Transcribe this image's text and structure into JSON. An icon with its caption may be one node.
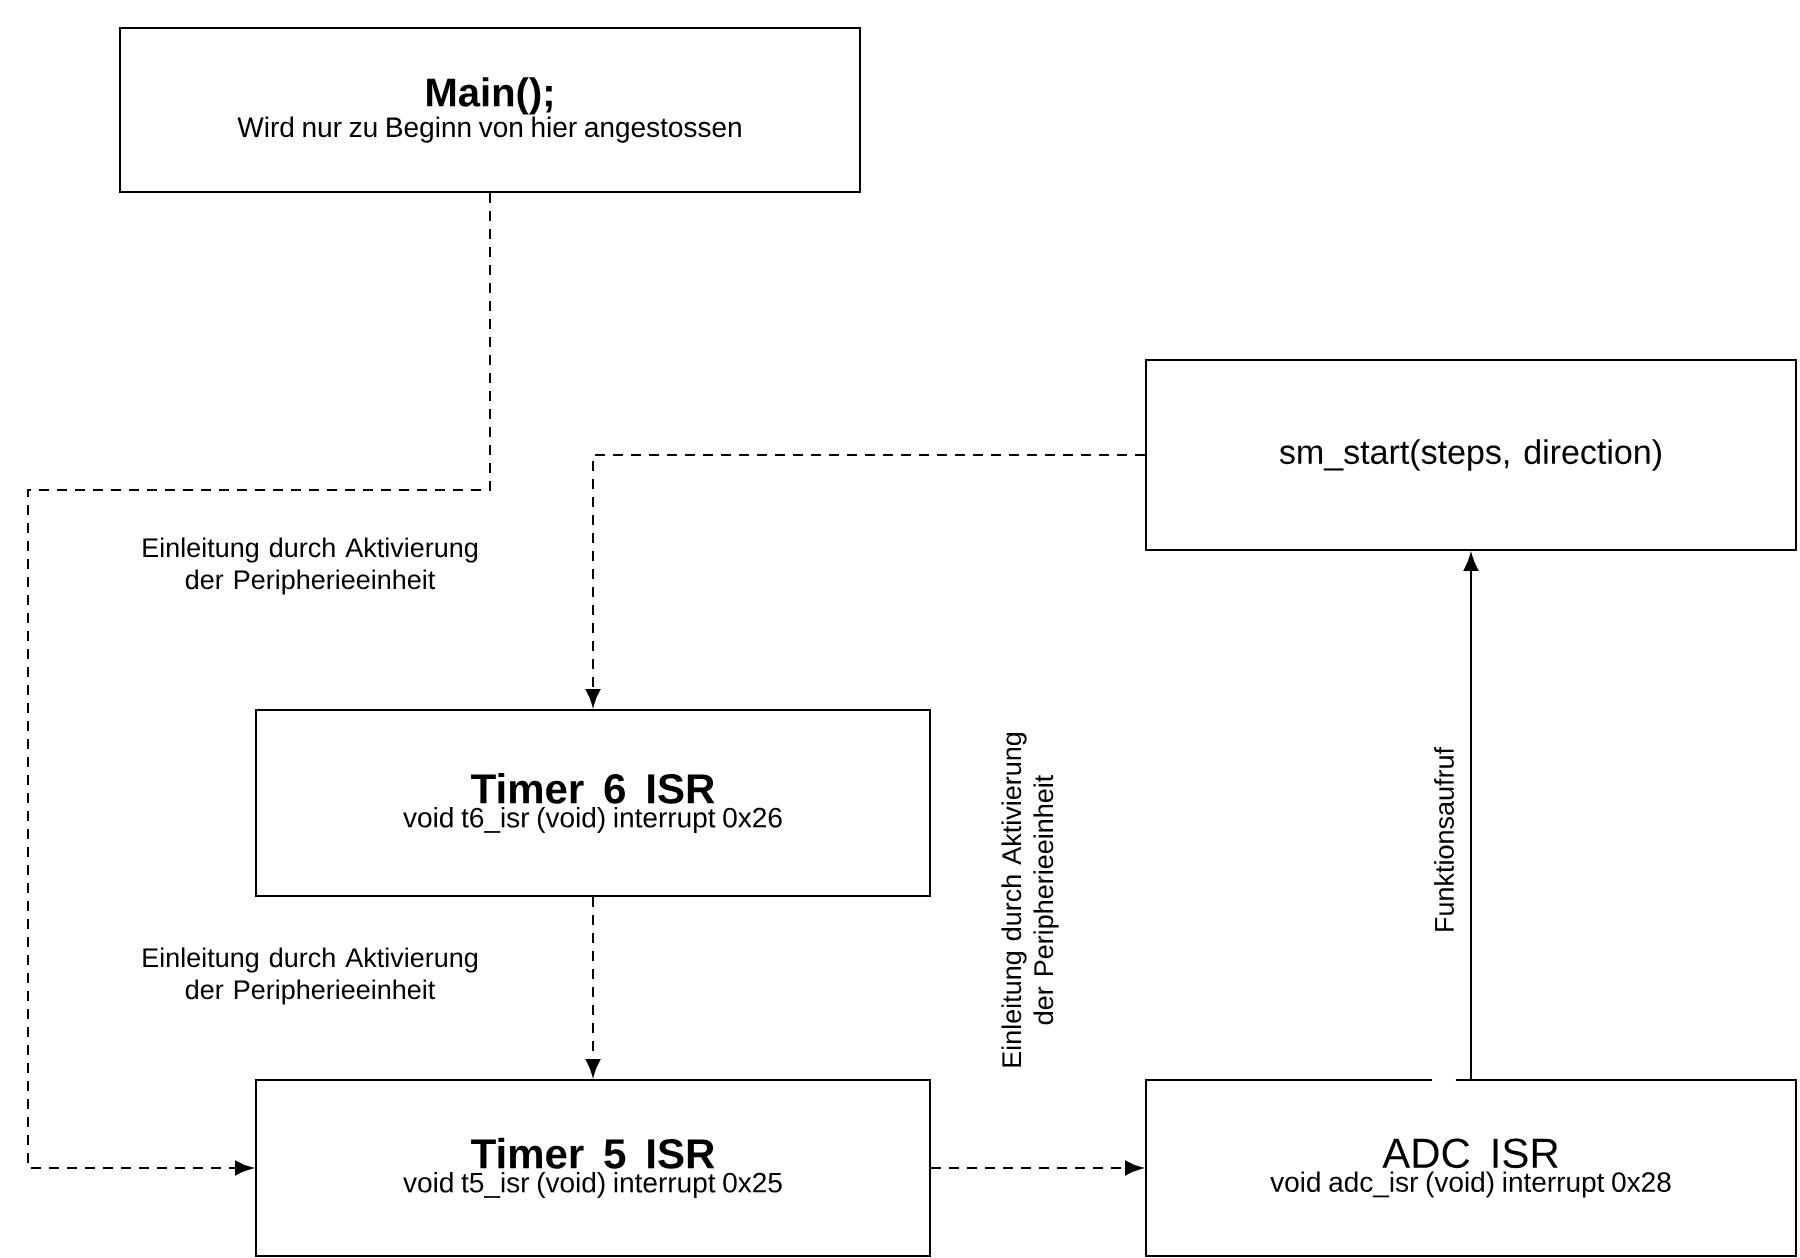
{
  "diagram": {
    "nodes": [
      {
        "text": [
          "Main();",
          "Wird nur zu Beginn von hier angestossen"
        ]
      },
      {
        "text": [
          "sm_start(steps, direction)"
        ]
      },
      {
        "text": [
          "Timer 6 ISR",
          "void t6_isr (void) interrupt 0x26"
        ]
      },
      {
        "text": [
          "Timer 5 ISR",
          "void t5_isr (void) interrupt 0x25"
        ]
      },
      {
        "text": [
          "ADC ISR",
          "void adc_isr (void) interrupt 0x28"
        ]
      }
    ],
    "edges": [
      {
        "from": 0,
        "to": 3,
        "arrow": "to",
        "style": "dashed"
      },
      {
        "from": 1,
        "to": 2,
        "arrow": "to",
        "style": "dashed",
        "label": "Einleitung durch Aktivierung der Peripherieeinheit"
      },
      {
        "from": 2,
        "to": 3,
        "arrow": "to",
        "style": "dashed",
        "label": "Einleitung durch Aktivierung der Peripherieeinheit"
      },
      {
        "from": 3,
        "to": 4,
        "arrow": "to",
        "style": "dashed",
        "label": "Einleitung durch Aktivierung der Peripherieeinheit"
      },
      {
        "from": 4,
        "to": 1,
        "arrow": "to",
        "label": "Funktionsaufruf"
      }
    ]
  }
}
